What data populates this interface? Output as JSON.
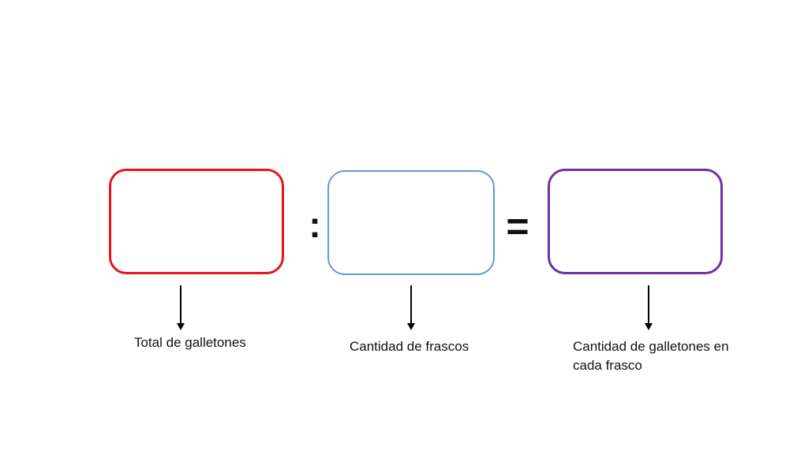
{
  "diagram": {
    "operators": {
      "divide": ":",
      "equals": "="
    },
    "labels": {
      "dividend": "Total de galletones",
      "divisor": "Cantidad de frascos",
      "quotient": "Cantidad de galletones en cada frasco"
    },
    "colors": {
      "dividend_box": "#e8141b",
      "divisor_box": "#5b9bd5",
      "quotient_box": "#7030a0"
    }
  }
}
